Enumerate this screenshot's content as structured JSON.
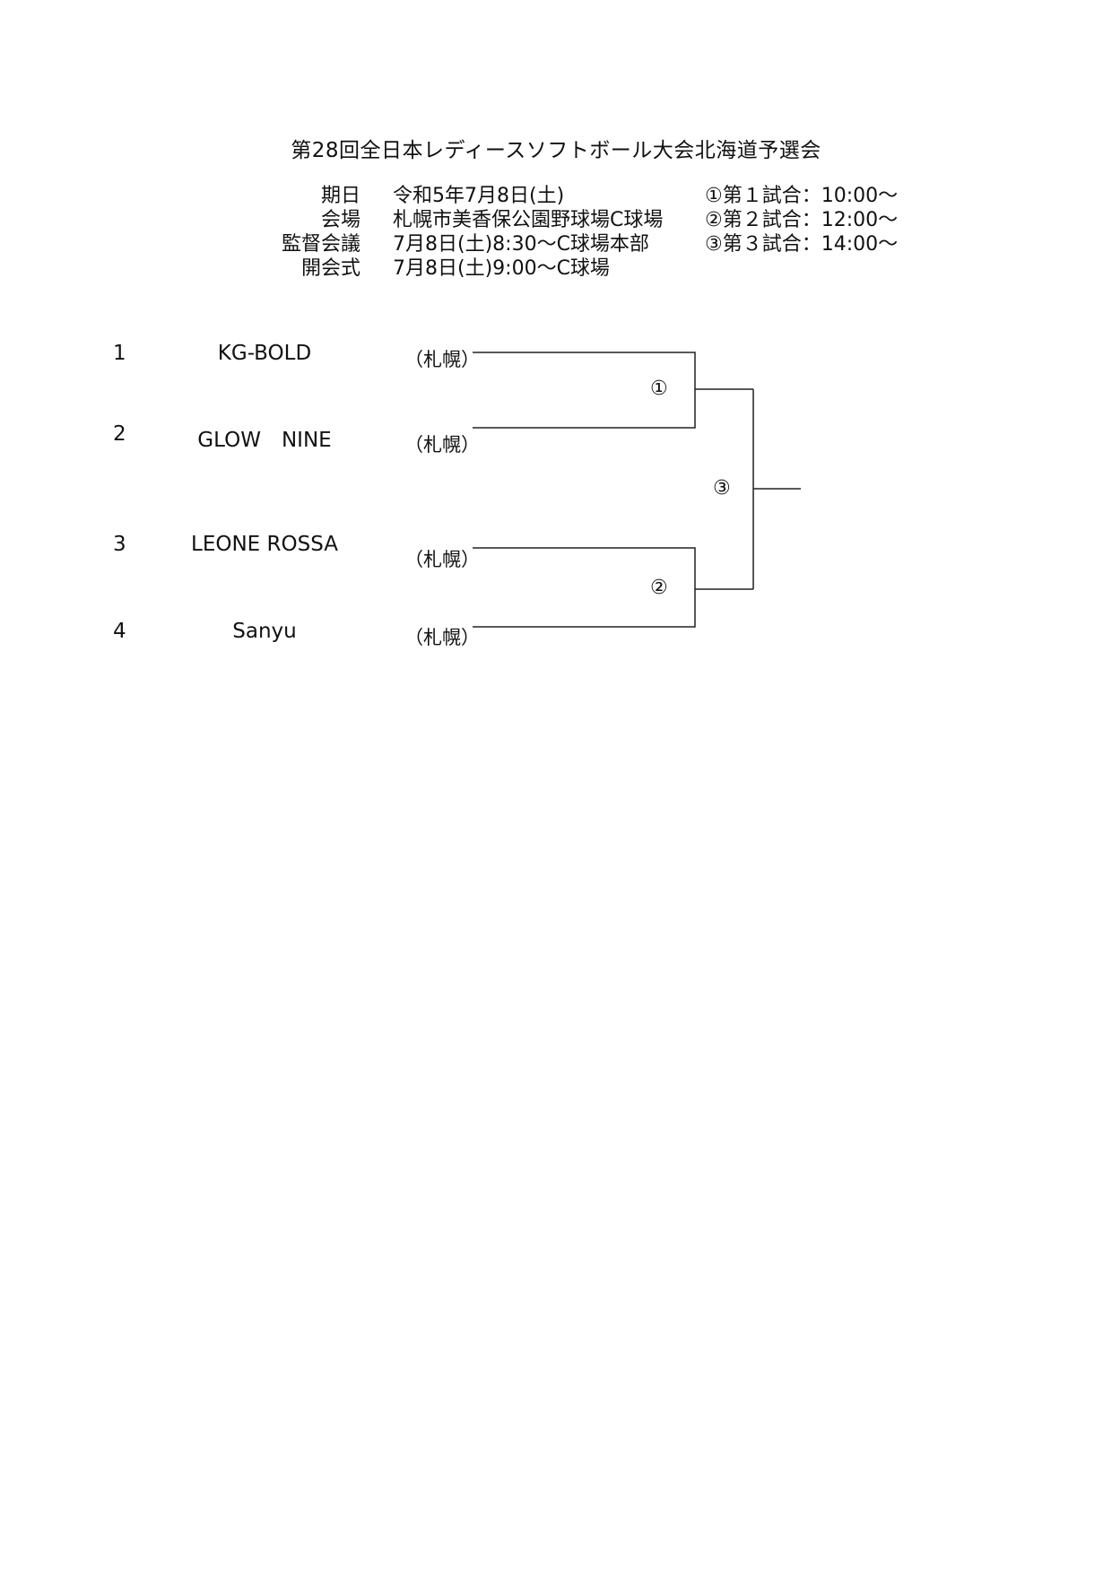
{
  "header": {
    "title": "第28回全日本レディースソフトボール大会北海道予選会"
  },
  "info": [
    {
      "label": "期日",
      "value": "令和5年7月8日(土)"
    },
    {
      "label": "会場",
      "value": "札幌市美香保公園野球場C球場"
    },
    {
      "label": "監督会議",
      "value": "7月8日(土)8:30〜C球場本部"
    },
    {
      "label": "開会式",
      "value": "7月8日(土)9:00〜C球場"
    }
  ],
  "schedule": [
    "①第１試合：10:00〜",
    "②第２試合：12:00〜",
    "③第３試合：14:00〜"
  ],
  "teams": [
    {
      "seed": "1",
      "name": "KG-BOLD",
      "region": "（札幌）"
    },
    {
      "seed": "2",
      "name": "GLOW　NINE",
      "region": "（札幌）"
    },
    {
      "seed": "3",
      "name": "LEONE ROSSA",
      "region": "（札幌）"
    },
    {
      "seed": "4",
      "name": "Sanyu",
      "region": "（札幌）"
    }
  ],
  "matches": [
    "①",
    "②",
    "③"
  ]
}
